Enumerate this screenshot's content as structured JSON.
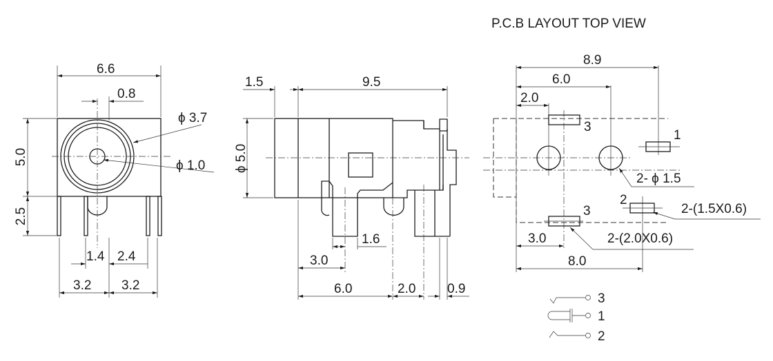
{
  "title": "P.C.B LAYOUT    TOP VIEW",
  "front_view": {
    "width": "6.6",
    "offset": "0.8",
    "outer_dia": "ϕ 3.7",
    "inner_dia": "ϕ 1.0",
    "height": "5.0",
    "pin_len": "2.5",
    "pitch_a": "1.4",
    "pitch_b": "2.4",
    "half_left": "3.2",
    "half_right": "3.2"
  },
  "side_view": {
    "front_len": "1.5",
    "body_len": "9.5",
    "dia": "ϕ 5.0",
    "pin_w": "1.6",
    "pin_pos": "3.0",
    "pos_a": "6.0",
    "pos_b": "2.0",
    "pos_c": "0.9"
  },
  "pcb": {
    "overall": "8.9",
    "hole_pitch": "6.0",
    "pad_pos": "2.0",
    "pad3_top": "3",
    "pad1": "1",
    "pad2": "2",
    "pad3_bottom": "3",
    "holes": "2- ϕ 1.5",
    "pad_small": "2-(1.5X0.6)",
    "pad_large": "2-(2.0X0.6)",
    "bottom_a": "3.0",
    "bottom_b": "8.0"
  },
  "schematic": {
    "pin3": "3",
    "pin1": "1",
    "pin2": "2"
  }
}
